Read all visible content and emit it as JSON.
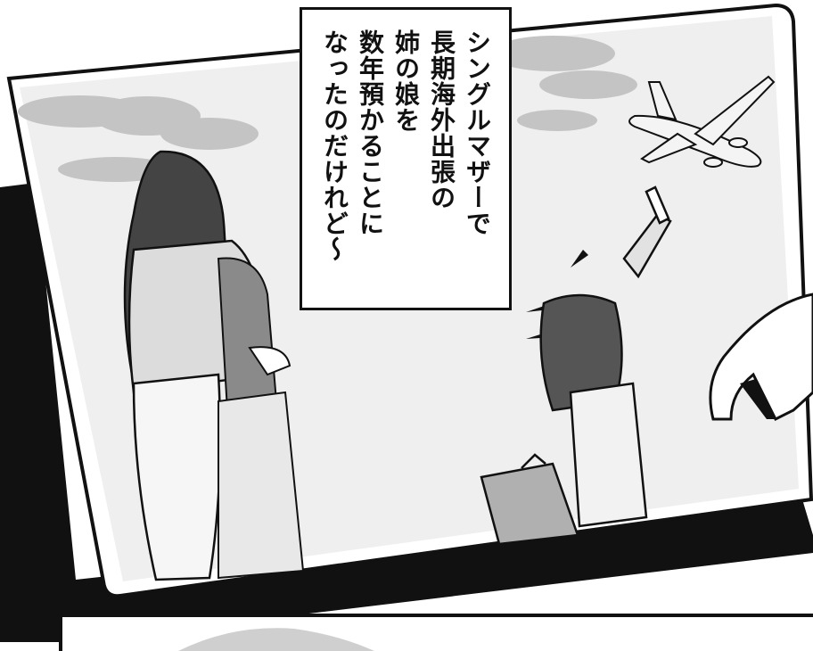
{
  "caption": {
    "lines": [
      "シングルマザーで",
      "長期海外出張の",
      "姉の娘を",
      "数年預かることに",
      "なったのだけれど～"
    ]
  },
  "colors": {
    "ink": "#111111",
    "paper": "#ffffff",
    "sky": "#e9e9e9",
    "cloud": "#bdbdbd",
    "screentone": "#9a9a9a"
  }
}
